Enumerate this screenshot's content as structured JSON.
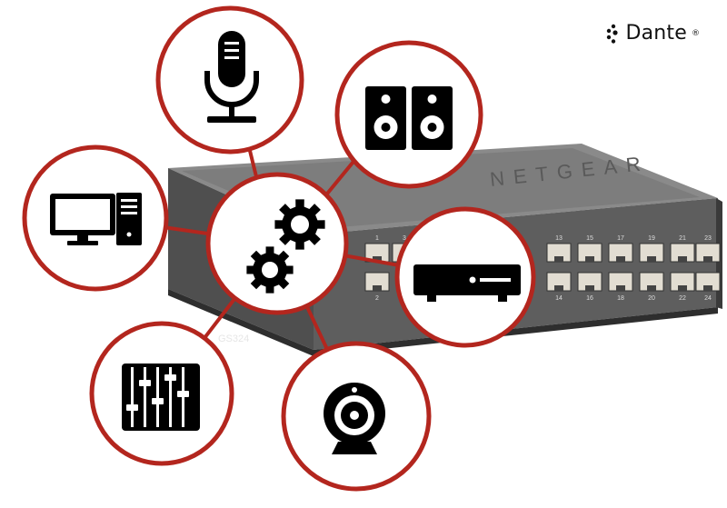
{
  "brand": {
    "name": "Dante",
    "mark": "®",
    "icon": "dante-logo-icon"
  },
  "switch": {
    "model": "GS324",
    "maker": "NETGEAR",
    "ports_top": [
      "1",
      "3",
      "13",
      "15",
      "17",
      "19",
      "21",
      "23"
    ],
    "ports_bottom": [
      "2",
      "14",
      "16",
      "18",
      "20",
      "22",
      "24"
    ]
  },
  "nodes": [
    {
      "icon": "gears-icon",
      "role": "hub"
    },
    {
      "icon": "microphone-icon"
    },
    {
      "icon": "speakers-icon"
    },
    {
      "icon": "computer-icon"
    },
    {
      "icon": "media-player-icon"
    },
    {
      "icon": "mixer-faders-icon"
    },
    {
      "icon": "webcam-icon"
    }
  ],
  "colors": {
    "ring": "#b3261e",
    "icon": "#000000",
    "circle_fill": "#ffffff",
    "switch_body": "#6f6f6f",
    "port": "#e2ddd2"
  }
}
